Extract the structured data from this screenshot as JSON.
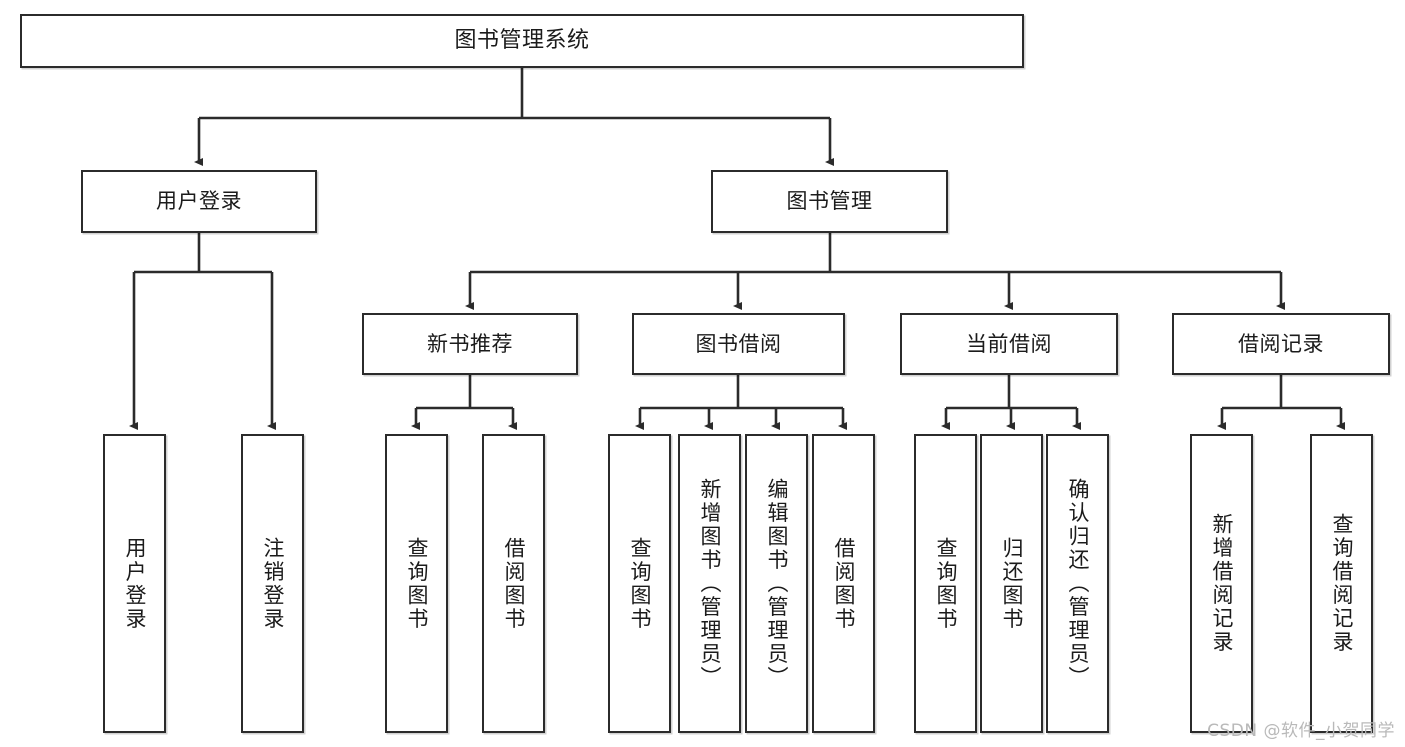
{
  "diagram": {
    "title": "图书管理系统",
    "type": "功能结构图",
    "stroke_color": "#2b2b2b",
    "fill_color": "#ffffff",
    "text_color": "#1b1b1b",
    "watermark": "CSDN @软件_小贺同学"
  },
  "nodes": {
    "root": {
      "label": "图书管理系统"
    },
    "level2": [
      {
        "label": "用户登录"
      },
      {
        "label": "图书管理"
      }
    ],
    "level3": [
      {
        "label": "新书推荐"
      },
      {
        "label": "图书借阅"
      },
      {
        "label": "当前借阅"
      },
      {
        "label": "借阅记录"
      }
    ],
    "leaves": {
      "user_login": [
        {
          "label": "用户登录"
        },
        {
          "label": "注销登录"
        }
      ],
      "new_book_recommend": [
        {
          "label": "查询图书"
        },
        {
          "label": "借阅图书"
        }
      ],
      "book_borrow": [
        {
          "label": "查询图书"
        },
        {
          "label": "新增图书（管理员）"
        },
        {
          "label": "编辑图书（管理员）"
        },
        {
          "label": "借阅图书"
        }
      ],
      "current_borrow": [
        {
          "label": "查询图书"
        },
        {
          "label": "归还图书"
        },
        {
          "label": "确认归还（管理员）"
        }
      ],
      "borrow_record": [
        {
          "label": "新增借阅记录"
        },
        {
          "label": "查询借阅记录"
        }
      ]
    }
  }
}
